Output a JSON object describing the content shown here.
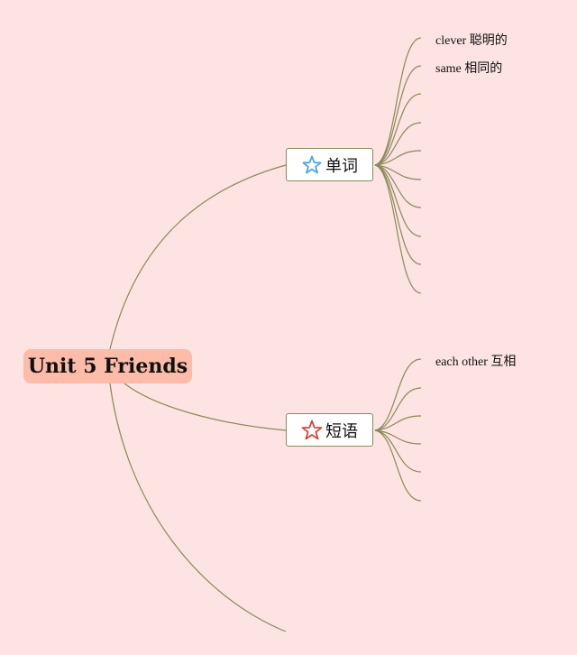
{
  "root": {
    "label": "Unit 5 Friends"
  },
  "branches": {
    "words": {
      "label": "单词",
      "icon": "star-outline-blue-icon",
      "icon_color": "#4fa6dc",
      "leaves": [
        "clever 聪明的",
        "same 相同的"
      ]
    },
    "phrases": {
      "label": "短语",
      "icon": "star-outline-red-icon",
      "icon_color": "#d9443a",
      "leaves": [
        "each other 互相"
      ]
    }
  },
  "colors": {
    "background": "#fde3e1",
    "root_fill": "#fcbca9",
    "connector": "#8a8a5c"
  }
}
